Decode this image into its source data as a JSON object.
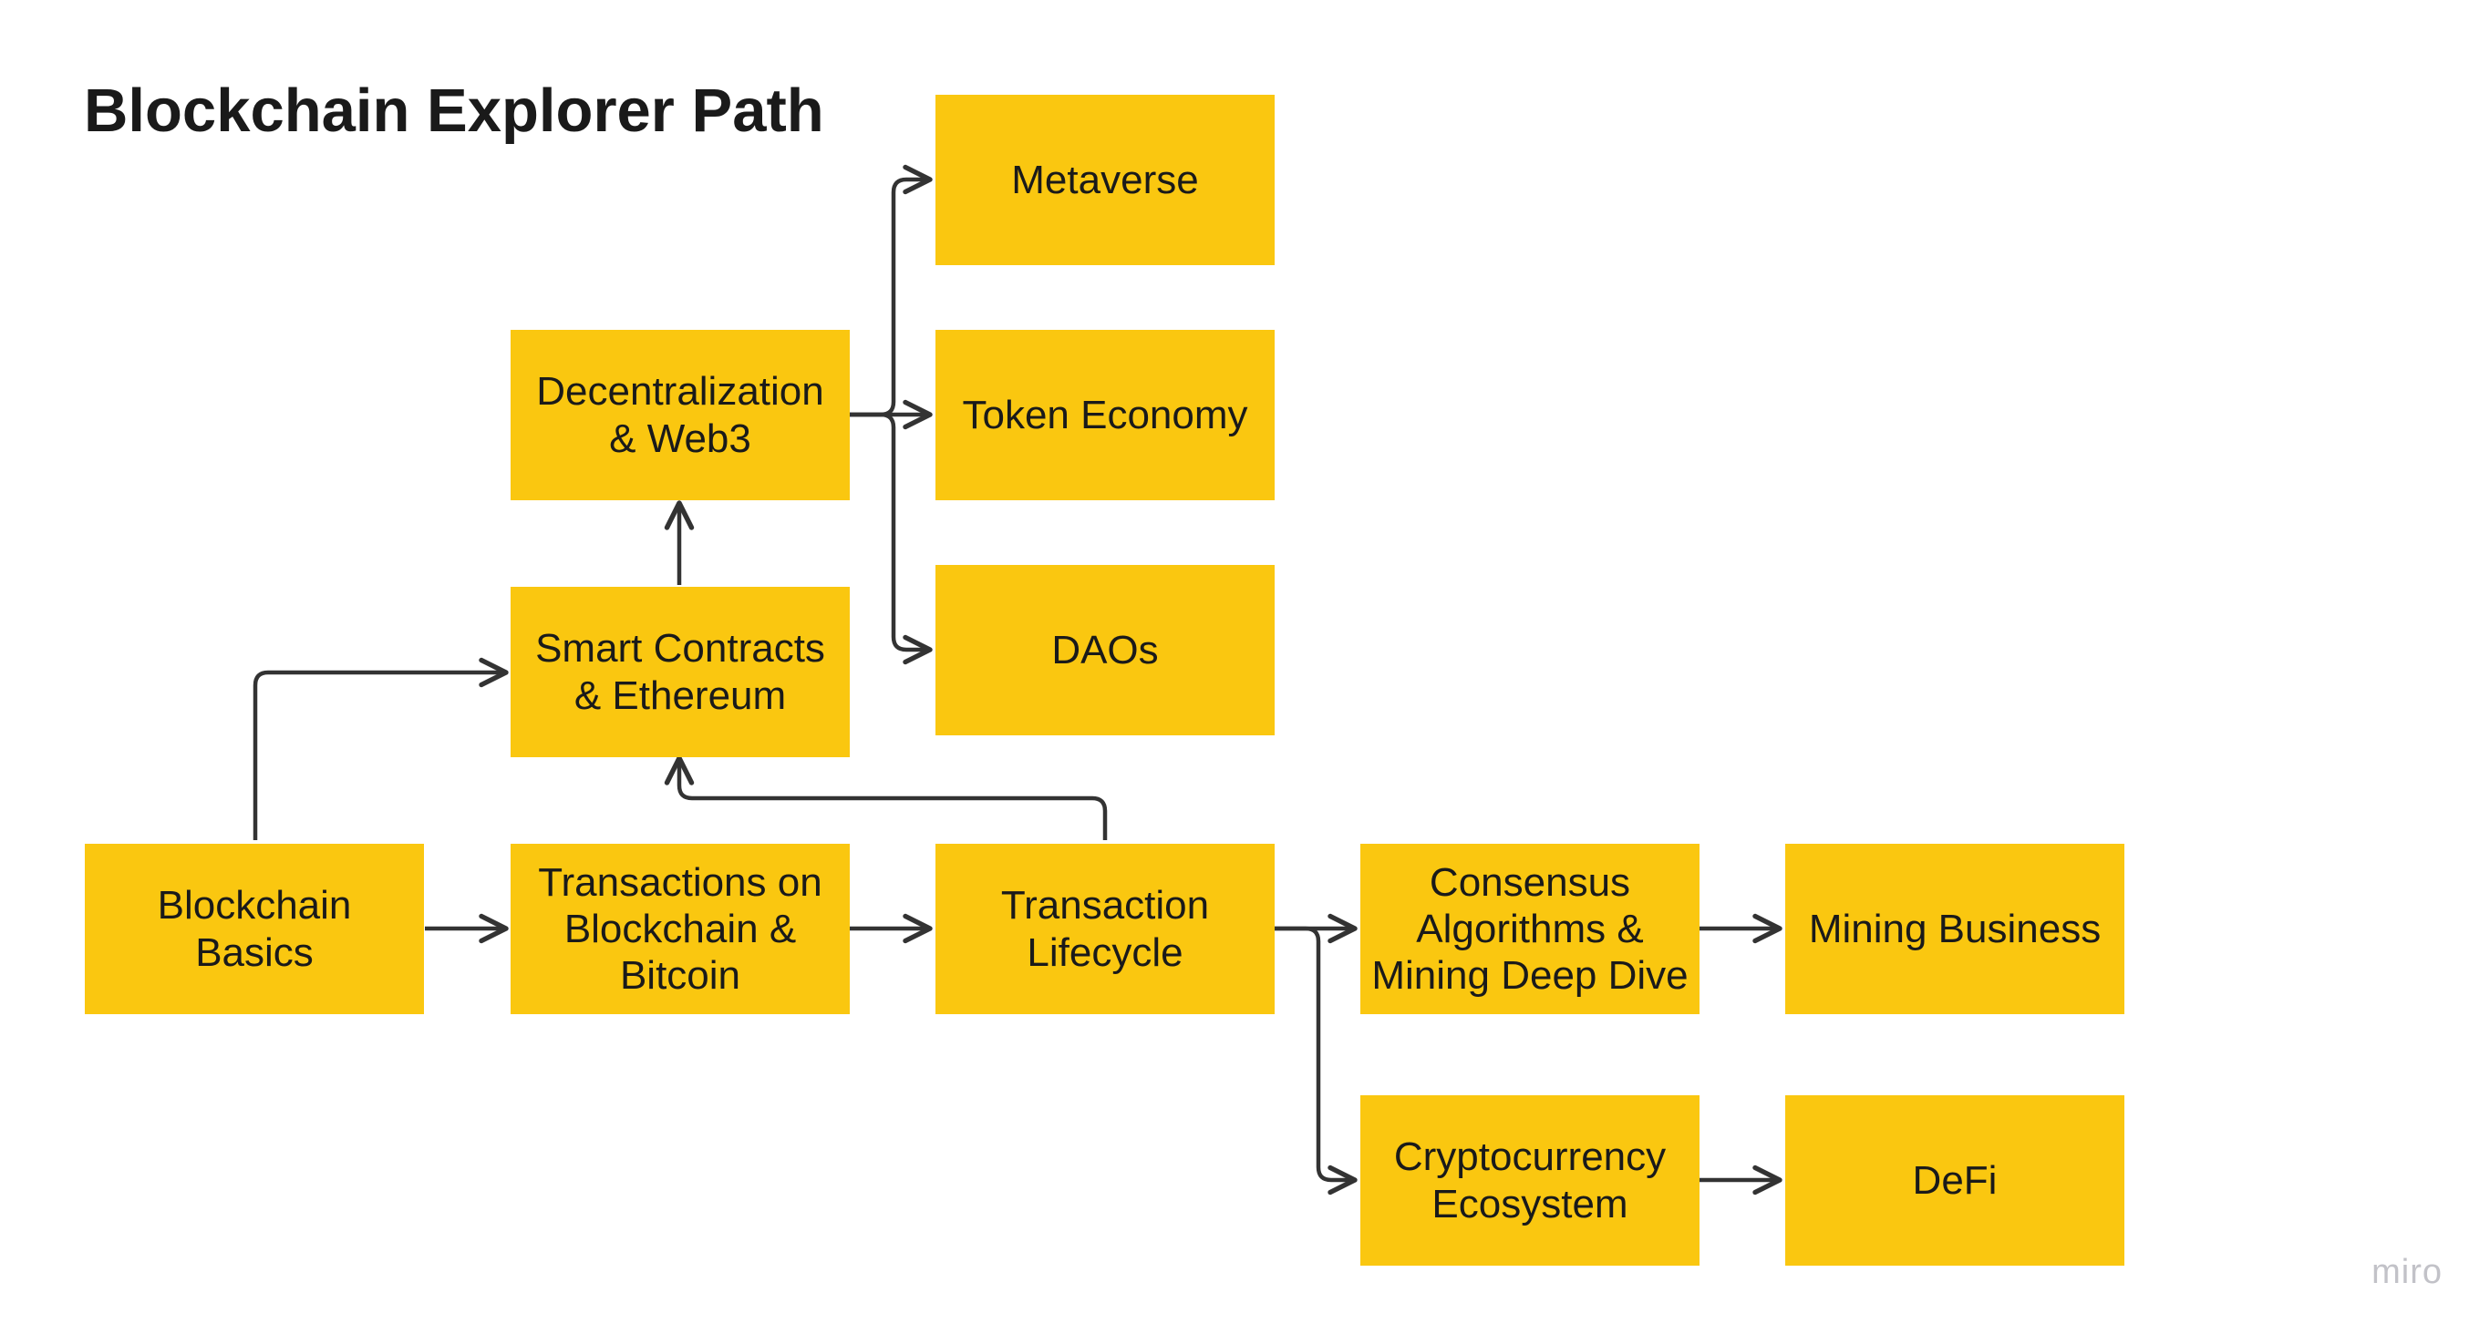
{
  "diagram": {
    "title": "Blockchain Explorer Path",
    "box_color": "#fac710",
    "line_color": "#333333",
    "nodes": {
      "metaverse": "Metaverse",
      "token_economy": "Token Economy",
      "daos": "DAOs",
      "decentralization": "Decentralization\n& Web3",
      "smart_contracts": "Smart Contracts\n& Ethereum",
      "blockchain_basics": "Blockchain\nBasics",
      "transactions": "Transactions on\nBlockchain &\nBitcoin",
      "lifecycle": "Transaction\nLifecycle",
      "consensus": "Consensus\nAlgorithms &\nMining Deep Dive",
      "mining_business": "Mining Business",
      "crypto_ecosystem": "Cryptocurrency\nEcosystem",
      "defi": "DeFi"
    },
    "edges": [
      {
        "from": "blockchain_basics",
        "to": "transactions"
      },
      {
        "from": "transactions",
        "to": "lifecycle"
      },
      {
        "from": "lifecycle",
        "to": "consensus"
      },
      {
        "from": "lifecycle",
        "to": "crypto_ecosystem"
      },
      {
        "from": "consensus",
        "to": "mining_business"
      },
      {
        "from": "crypto_ecosystem",
        "to": "defi"
      },
      {
        "from": "blockchain_basics",
        "to": "smart_contracts"
      },
      {
        "from": "lifecycle",
        "to": "smart_contracts"
      },
      {
        "from": "smart_contracts",
        "to": "decentralization"
      },
      {
        "from": "decentralization",
        "to": "metaverse"
      },
      {
        "from": "decentralization",
        "to": "token_economy"
      },
      {
        "from": "decentralization",
        "to": "daos"
      }
    ]
  },
  "watermark": "miro"
}
